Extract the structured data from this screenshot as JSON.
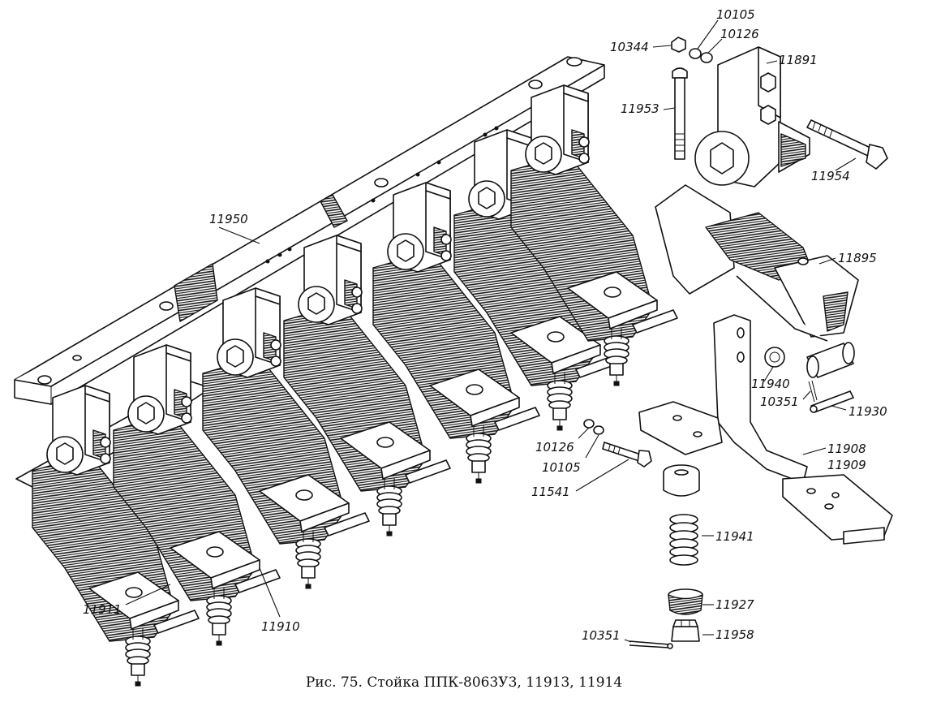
{
  "figure": {
    "caption": "Рис. 75. Стойка ППК-8063У3, 11913, 11914"
  },
  "labels": {
    "p10344": "10344",
    "p10105_top": "10105",
    "p10126_top": "10126",
    "p11891": "11891",
    "p11953": "11953",
    "p11954": "11954",
    "p11950": "11950",
    "p11895": "11895",
    "p11940": "11940",
    "p10351_mid": "10351",
    "p11930": "11930",
    "p10126_mid": "10126",
    "p10105_mid": "10105",
    "p11541": "11541",
    "p11908": "11908",
    "p11909": "11909",
    "p11941": "11941",
    "p11927": "11927",
    "p10351_bot": "10351",
    "p11958": "11958",
    "p11911": "11911",
    "p11910": "11910"
  }
}
